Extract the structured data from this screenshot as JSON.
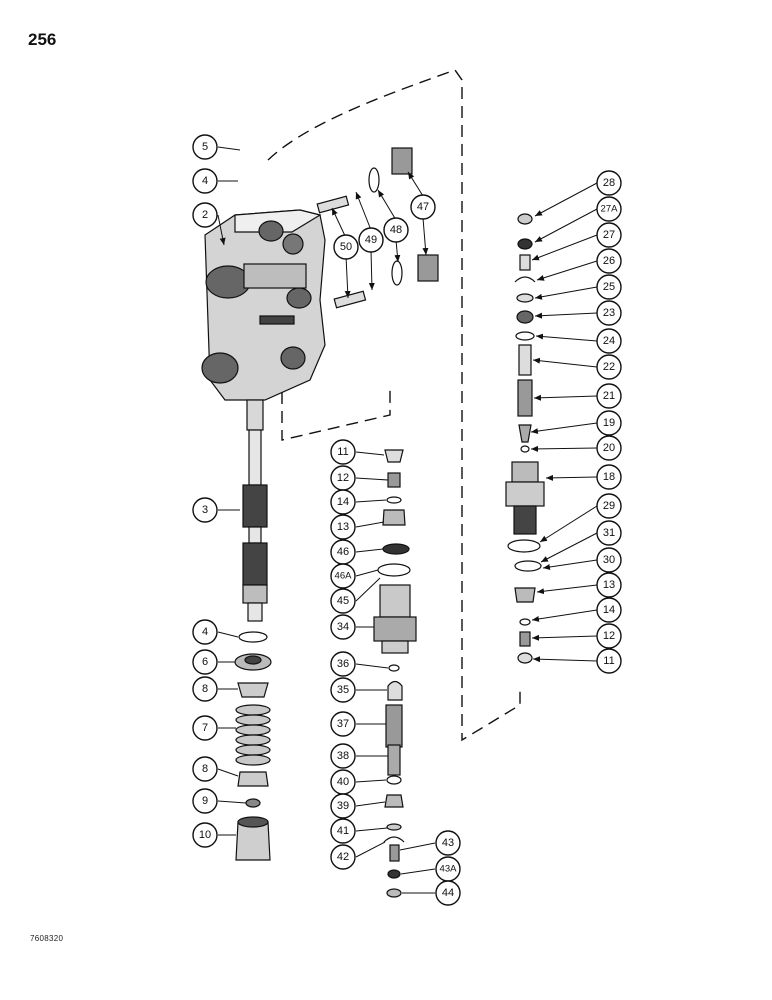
{
  "page_number": "256",
  "figure_code": "7608320",
  "callouts": [
    "2",
    "3",
    "4",
    "5",
    "4",
    "6",
    "8",
    "7",
    "8",
    "9",
    "10",
    "11",
    "12",
    "14",
    "13",
    "46",
    "46A",
    "45",
    "34",
    "36",
    "35",
    "37",
    "38",
    "40",
    "39",
    "41",
    "42",
    "43",
    "43A",
    "44",
    "50",
    "49",
    "48",
    "47",
    "28",
    "27A",
    "27",
    "26",
    "25",
    "23",
    "24",
    "22",
    "21",
    "19",
    "20",
    "18",
    "29",
    "31",
    "30",
    "13",
    "14",
    "12",
    "11"
  ]
}
